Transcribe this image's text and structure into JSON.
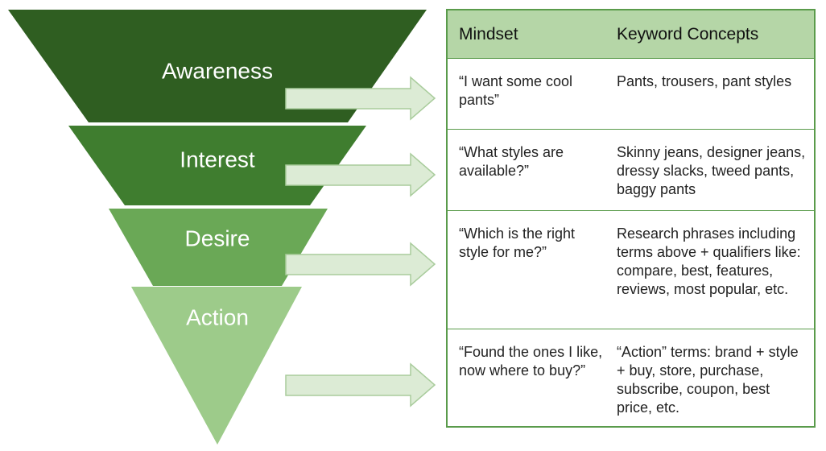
{
  "funnel": {
    "stages": [
      {
        "label": "Awareness",
        "color": "#2f5e21"
      },
      {
        "label": "Interest",
        "color": "#3f7d2f"
      },
      {
        "label": "Desire",
        "color": "#6aa856"
      },
      {
        "label": "Action",
        "color": "#9dcb8a"
      }
    ],
    "arrow_fill": "#dcebd5",
    "arrow_stroke": "#a9cc9c"
  },
  "table": {
    "headers": {
      "mindset": "Mindset",
      "keywords": "Keyword Concepts"
    },
    "header_bg": "#b5d6a7",
    "border_color": "#5a9b4b",
    "rows": [
      {
        "mindset": "“I want some cool pants”",
        "keywords": "Pants, trousers, pant styles"
      },
      {
        "mindset": "“What styles are available?”",
        "keywords": "Skinny jeans, designer jeans, dressy slacks, tweed pants, baggy pants"
      },
      {
        "mindset": "“Which is the right style for me?”",
        "keywords": "Research phrases including terms above + qualifiers like: compare, best, features, reviews, most popular, etc."
      },
      {
        "mindset": "“Found the ones I like, now where to buy?”",
        "keywords": "“Action” terms: brand + style + buy, store, purchase, subscribe, coupon, best price, etc."
      }
    ]
  }
}
